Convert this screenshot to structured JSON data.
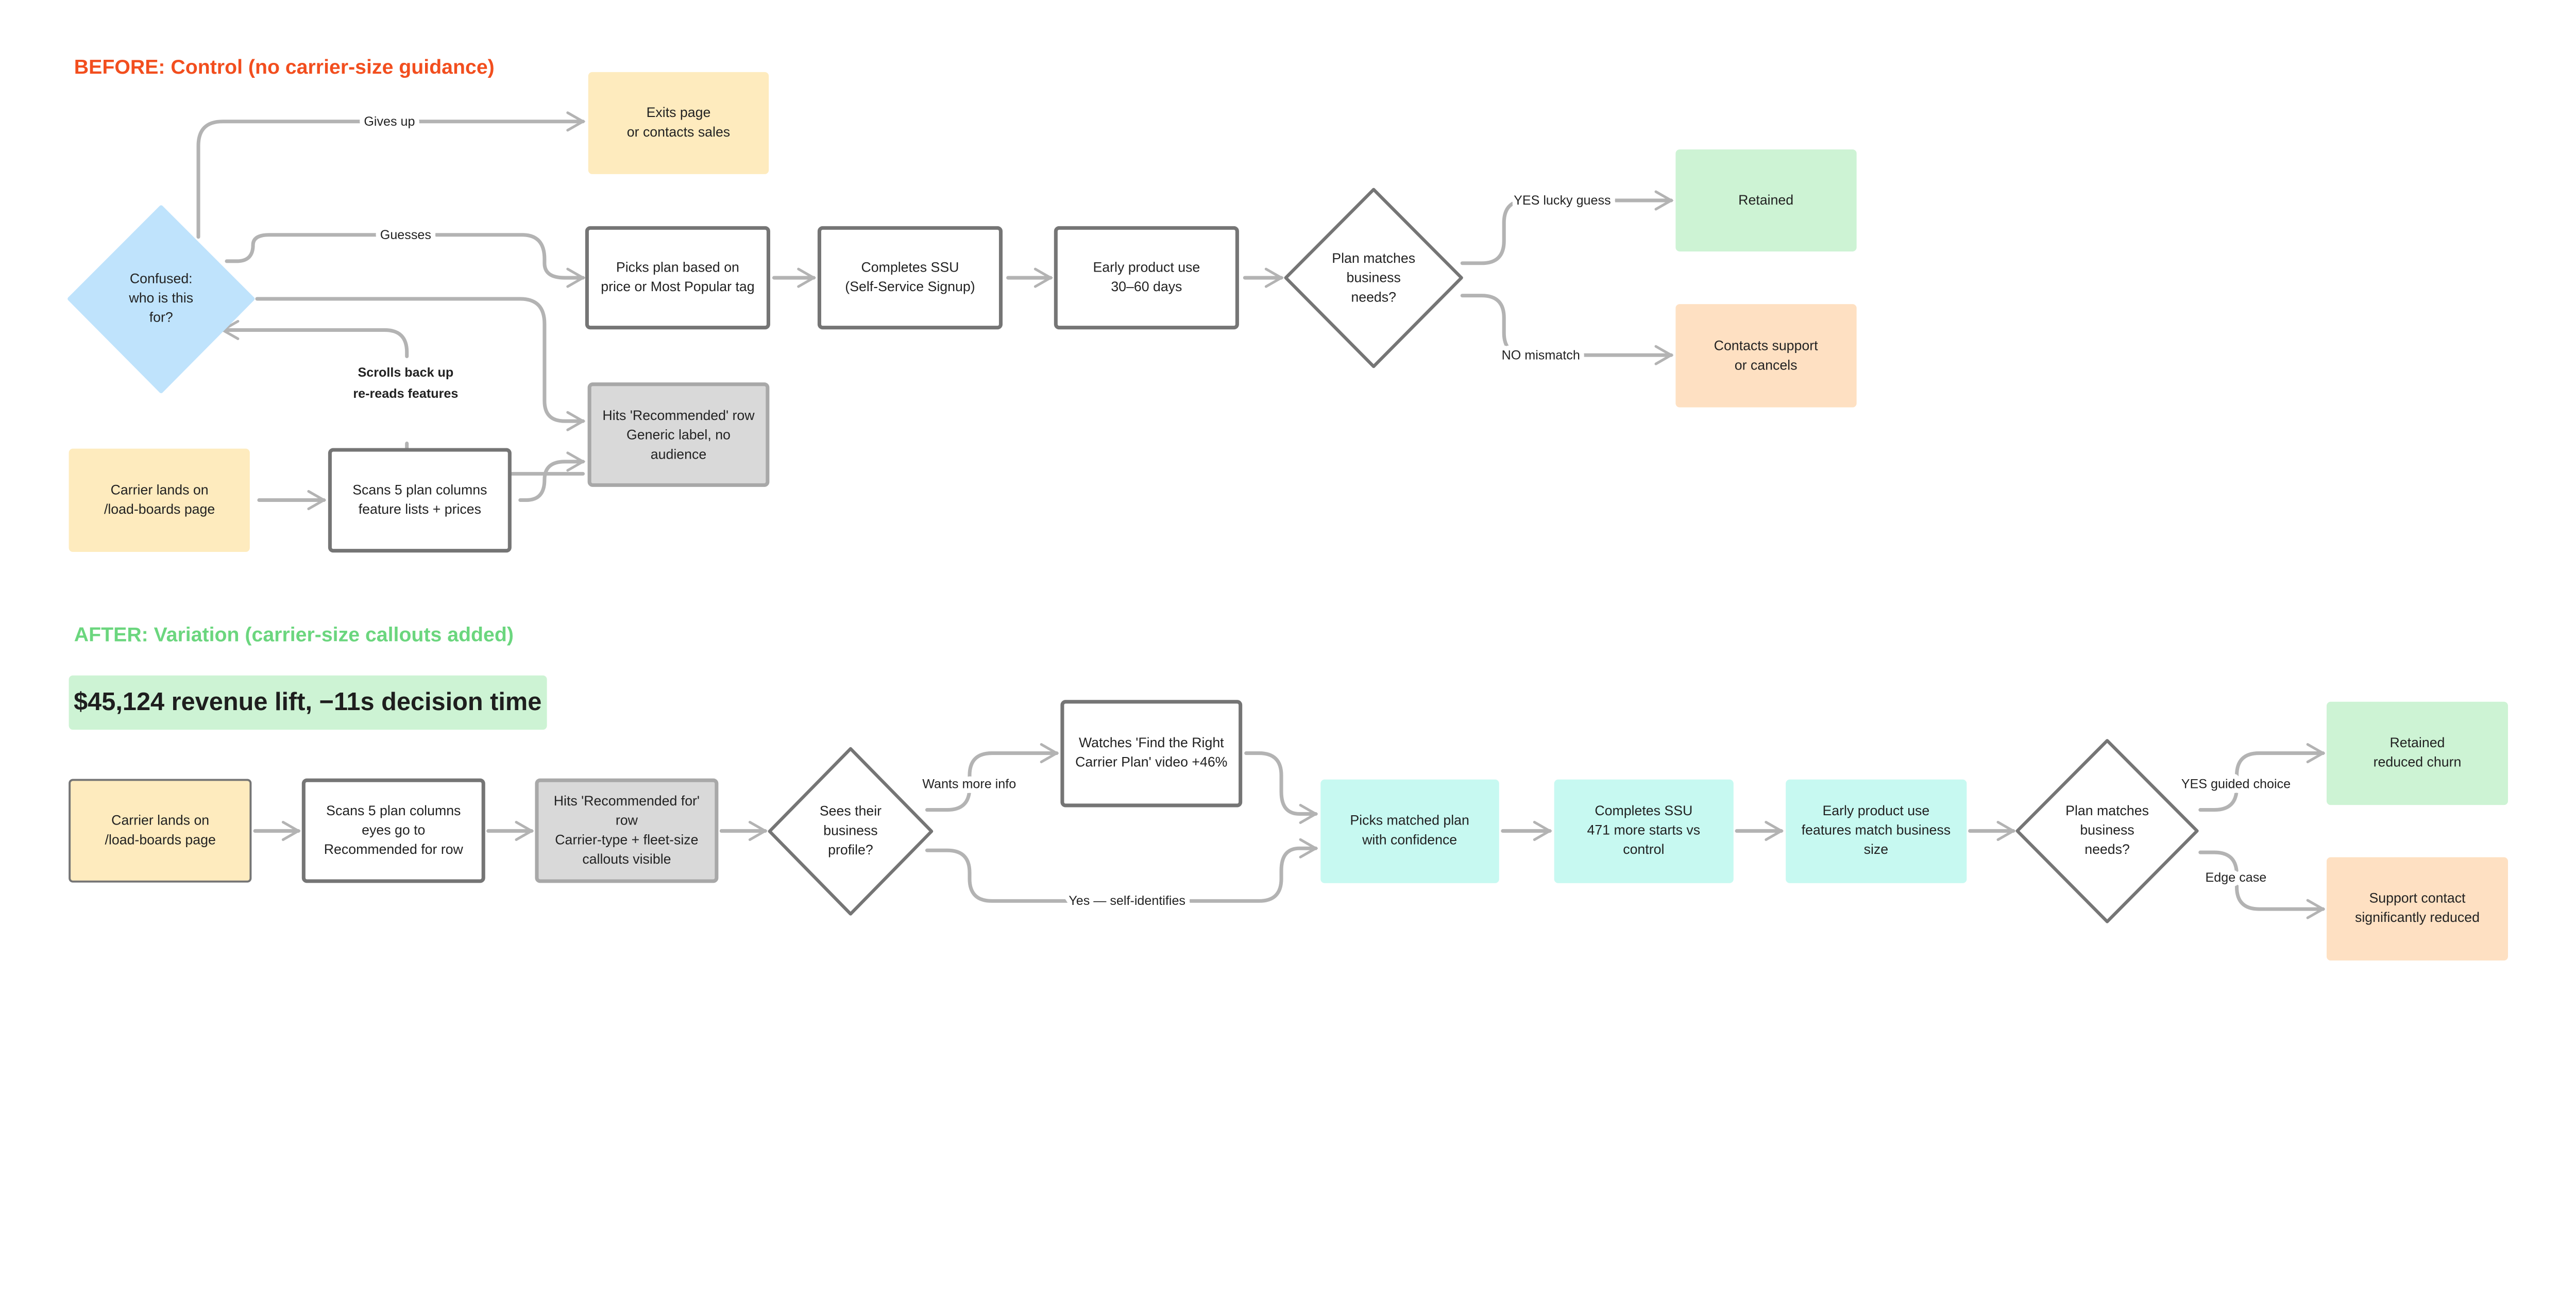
{
  "colors": {
    "before_title": "#f24e1e",
    "after_title": "#6bd67e",
    "yellow": "#feebbe",
    "green": "#cdf3d4",
    "peach": "#fee0c2",
    "gray": "#d9d9d9",
    "cyan": "#c7f9f1",
    "blue_diamond": "#bfe3fc",
    "edge": "#b3b3b3",
    "border": "#757575"
  },
  "before": {
    "title": "BEFORE: Control (no carrier-size guidance)",
    "nodes": {
      "exits": [
        "Exits page",
        "or contacts sales"
      ],
      "confused": [
        "Confused:",
        "who is this",
        "for?"
      ],
      "picks": [
        "Picks plan based on",
        "price or Most Popular tag"
      ],
      "ssu": [
        "Completes SSU",
        "(Self-Service Signup)"
      ],
      "early": [
        "Early product use",
        "30–60 days"
      ],
      "matches": [
        "Plan matches",
        "business",
        "needs?"
      ],
      "retained": [
        "Retained"
      ],
      "contacts": [
        "Contacts support",
        "or cancels"
      ],
      "hits": [
        "Hits 'Recommended' row",
        "Generic label, no",
        "audience"
      ],
      "lands": [
        "Carrier lands on",
        "/load-boards page"
      ],
      "scans": [
        "Scans 5 plan columns",
        "feature lists + prices"
      ]
    },
    "edges": {
      "gives_up": "Gives up",
      "guesses": "Guesses",
      "scrolls": [
        "Scrolls back up",
        "re-reads features"
      ],
      "yes": "YES lucky guess",
      "no": "NO mismatch"
    }
  },
  "after": {
    "title": "AFTER: Variation (carrier-size callouts added)",
    "banner": "$45,124 revenue lift, −11s decision time",
    "nodes": {
      "lands": [
        "Carrier lands on",
        "/load-boards page"
      ],
      "scans": [
        "Scans 5 plan columns",
        "eyes go to",
        "Recommended for row"
      ],
      "hits": [
        "Hits 'Recommended for'",
        "row",
        "Carrier-type + fleet-size",
        "callouts visible"
      ],
      "sees": [
        "Sees their",
        "business",
        "profile?"
      ],
      "watches": [
        "Watches 'Find the Right",
        "Carrier Plan' video +46%"
      ],
      "picks": [
        "Picks matched plan",
        "with confidence"
      ],
      "ssu": [
        "Completes SSU",
        "471 more starts vs",
        "control"
      ],
      "early": [
        "Early product use",
        "features match business",
        "size"
      ],
      "matches": [
        "Plan matches",
        "business",
        "needs?"
      ],
      "retained": [
        "Retained",
        "reduced churn"
      ],
      "support": [
        "Support contact",
        "significantly reduced"
      ]
    },
    "edges": {
      "wants": "Wants more info",
      "yes_self": "Yes — self-identifies",
      "yes_guided": "YES guided choice",
      "edge_case": "Edge case"
    }
  }
}
